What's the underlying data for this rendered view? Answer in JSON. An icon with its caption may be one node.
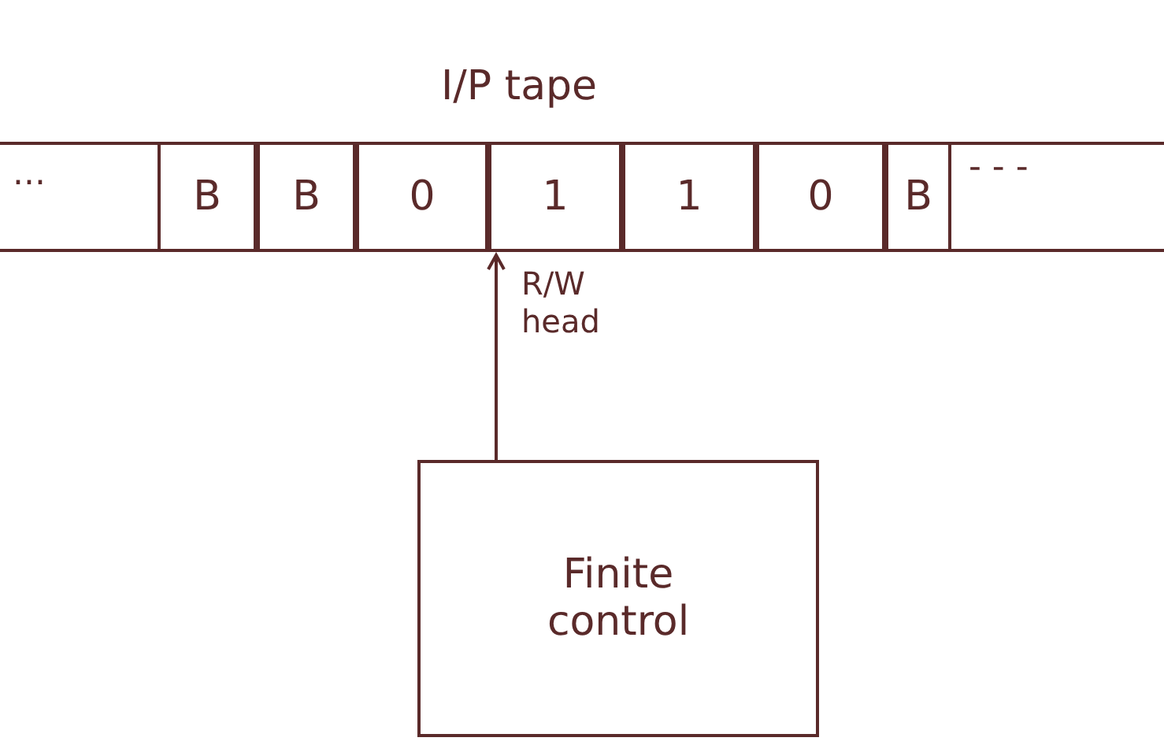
{
  "diagram": {
    "nodes": [
      {
        "text": [
          "I/P tape"
        ]
      },
      {
        "text": [
          "B"
        ],
        "in": 0
      },
      {
        "text": [
          "B"
        ],
        "in": 0
      },
      {
        "text": [
          "0"
        ],
        "in": 0
      },
      {
        "text": [
          "1"
        ],
        "in": 0
      },
      {
        "text": [
          "1"
        ],
        "in": 0
      },
      {
        "text": [
          "0"
        ],
        "in": 0
      },
      {
        "text": [
          "B"
        ],
        "in": 0
      },
      {
        "text": [
          "Finite control"
        ]
      }
    ],
    "edges": [
      {
        "from": 8,
        "to": 0,
        "label": "R/W head",
        "arrow": "to"
      }
    ],
    "labels": [
      "...",
      "- - -"
    ]
  }
}
